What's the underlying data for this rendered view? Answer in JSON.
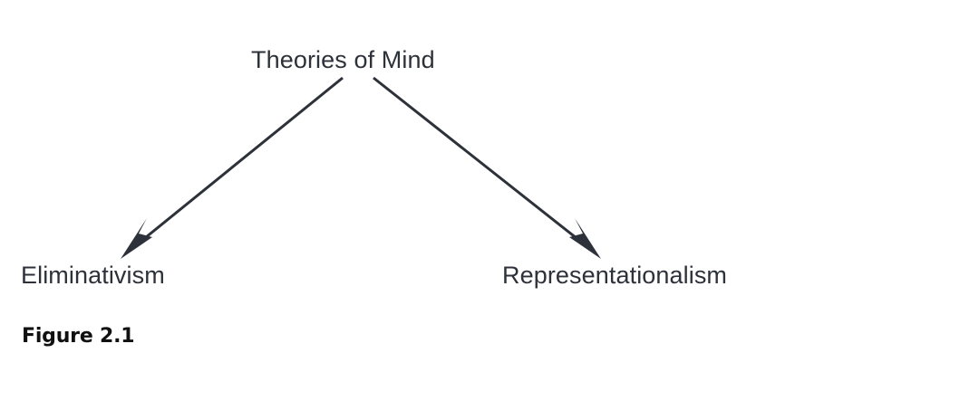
{
  "figure": {
    "caption": "Figure 2.1",
    "background_color": "#ffffff",
    "text_color": "#2d3139",
    "caption_color": "#111111",
    "stroke_color": "#2d3139"
  },
  "diagram": {
    "type": "tree",
    "root": {
      "label": "Theories of Mind"
    },
    "children": [
      {
        "label": "Eliminativism",
        "side": "left"
      },
      {
        "label": "Representationalism",
        "side": "right"
      }
    ],
    "edges": [
      {
        "name": "edge-root-to-eliminativism",
        "from": "Theories of Mind",
        "to": "Eliminativism",
        "arrowhead": "barbed-triangle"
      },
      {
        "name": "edge-root-to-representationalism",
        "from": "Theories of Mind",
        "to": "Representationalism",
        "arrowhead": "barbed-triangle"
      }
    ]
  }
}
